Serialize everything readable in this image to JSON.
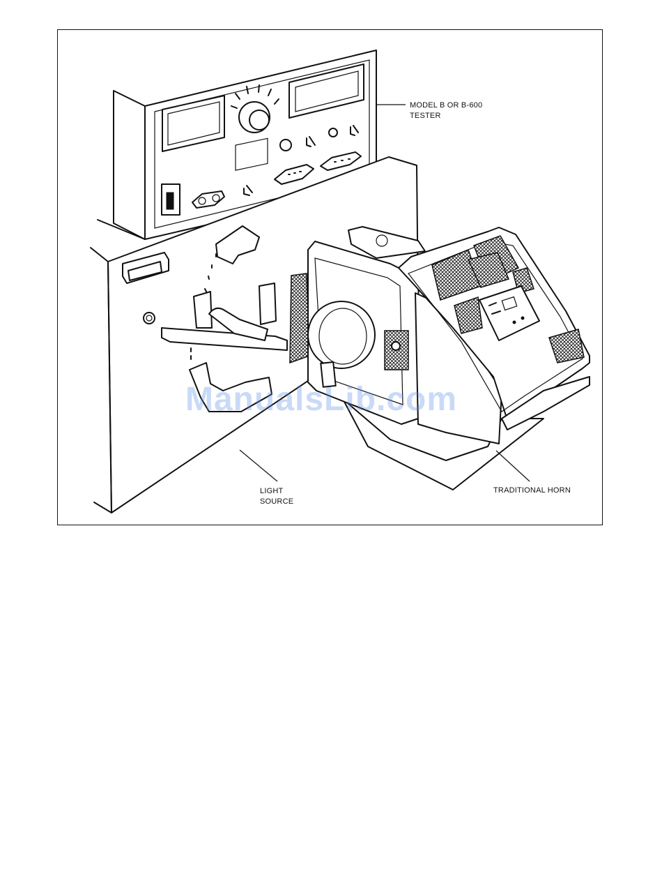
{
  "figure": {
    "callouts": {
      "tester": "MODEL B OR B-600\nTESTER",
      "light_source": "LIGHT\nSOURCE",
      "horn": "TRADITIONAL HORN"
    },
    "watermark": "ManualsLib.com"
  },
  "colors": {
    "line": "#111111",
    "paper": "#ffffff",
    "watermark": "#5b8fe8"
  }
}
